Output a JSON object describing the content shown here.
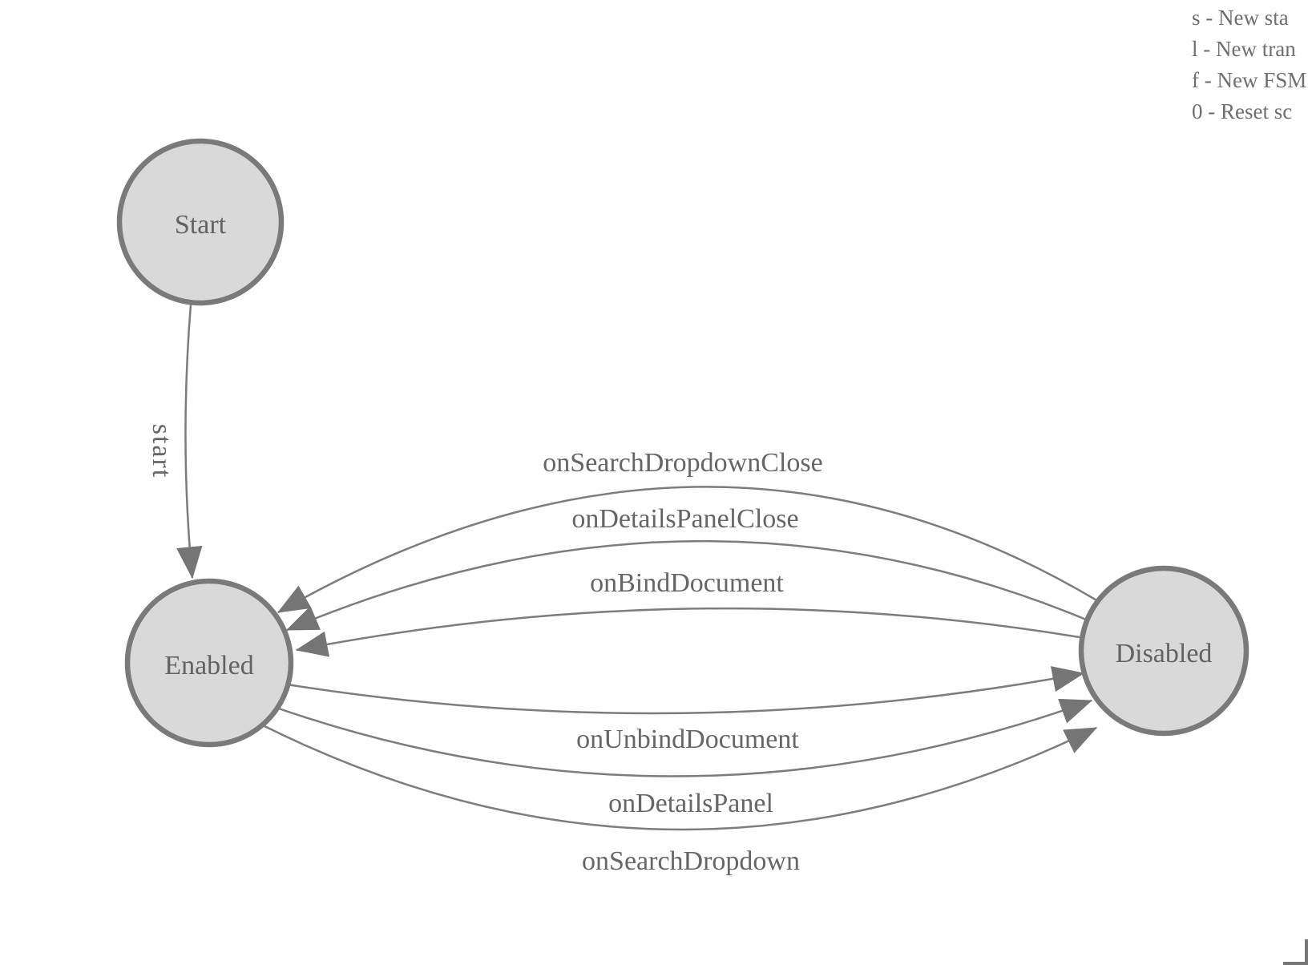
{
  "fsm": {
    "states": [
      {
        "id": "start",
        "label": "Start"
      },
      {
        "id": "enabled",
        "label": "Enabled"
      },
      {
        "id": "disabled",
        "label": "Disabled"
      }
    ],
    "transitions": [
      {
        "label": "start",
        "from": "Start",
        "to": "Enabled"
      },
      {
        "label": "onSearchDropdownClose",
        "from": "Disabled",
        "to": "Enabled"
      },
      {
        "label": "onDetailsPanelClose",
        "from": "Disabled",
        "to": "Enabled"
      },
      {
        "label": "onBindDocument",
        "from": "Disabled",
        "to": "Enabled"
      },
      {
        "label": "onUnbindDocument",
        "from": "Enabled",
        "to": "Disabled"
      },
      {
        "label": "onDetailsPanel",
        "from": "Enabled",
        "to": "Disabled"
      },
      {
        "label": "onSearchDropdown",
        "from": "Enabled",
        "to": "Disabled"
      }
    ]
  },
  "legend": {
    "lines": [
      "s - New sta",
      "l - New tran",
      "f - New FSM",
      "0 - Reset sc"
    ]
  },
  "colors": {
    "background": "#ffffff",
    "node_fill": "#d9d9d9",
    "node_stroke": "#7a7a7a",
    "edge_stroke": "#7d7d7d",
    "arrowhead_fill": "#757575",
    "node_label_text": "#636363",
    "edge_label_text": "#666666",
    "legend_text": "#6f6f6f"
  }
}
